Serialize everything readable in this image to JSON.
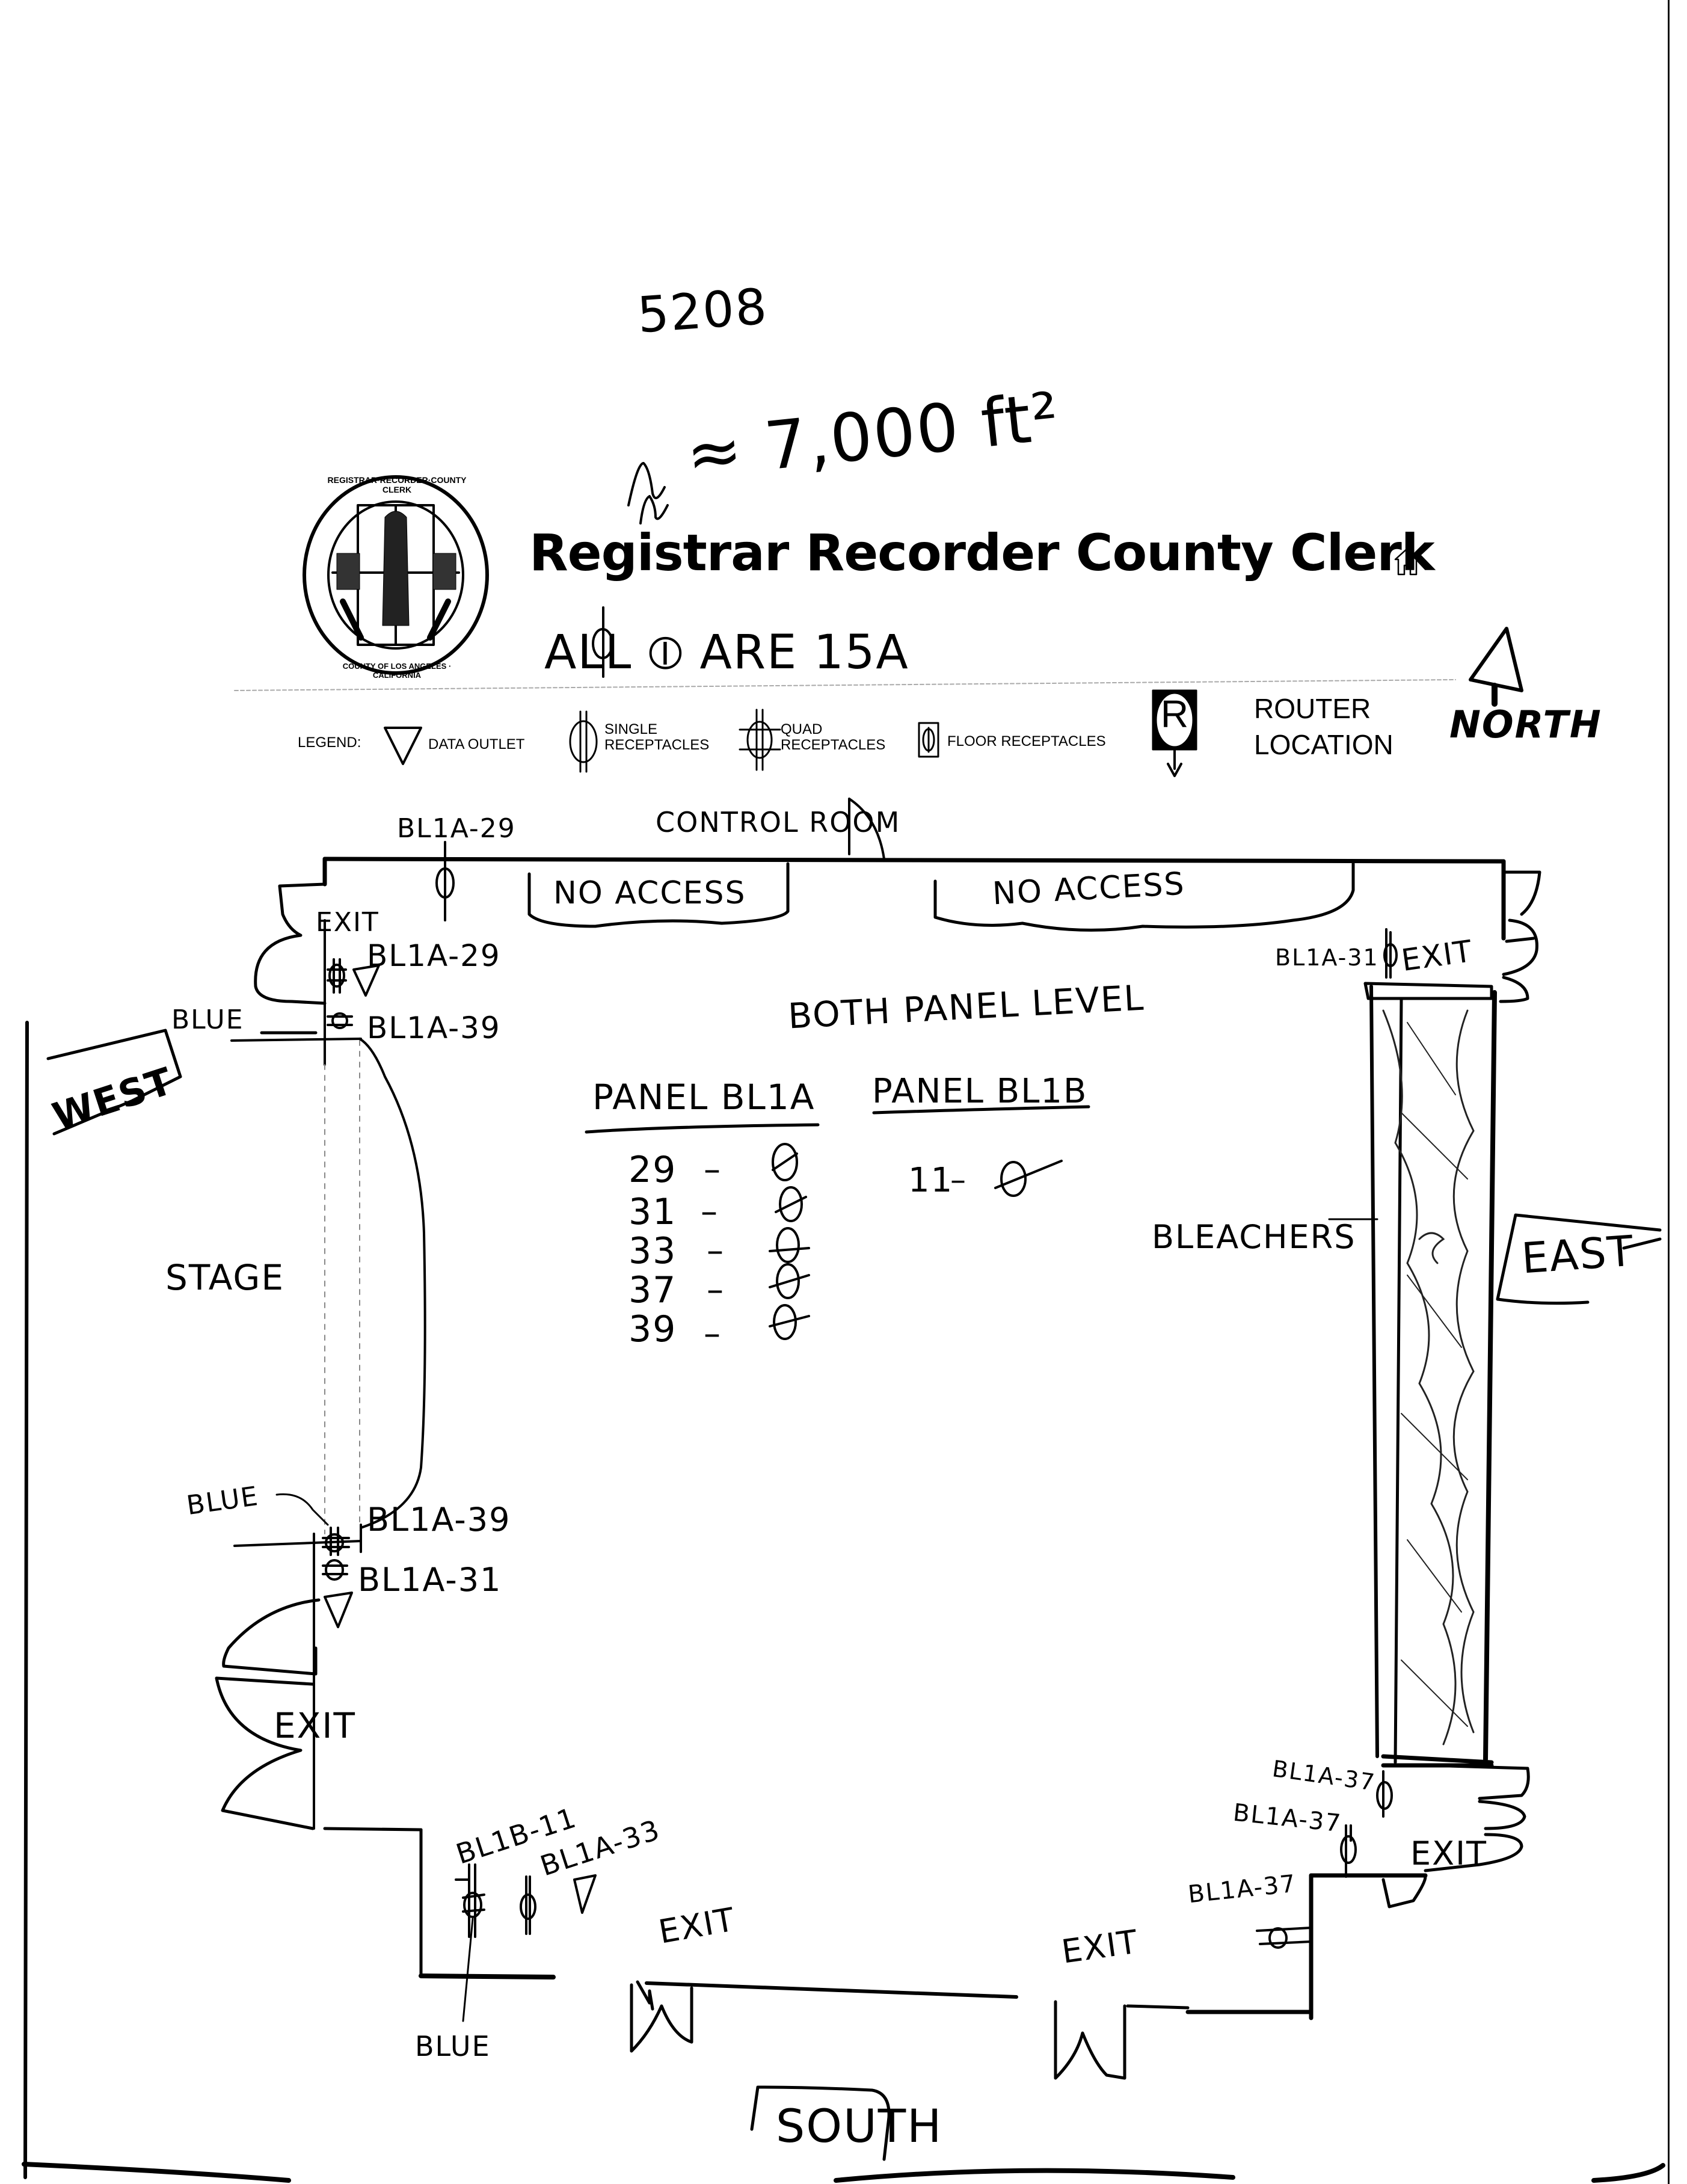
{
  "header": {
    "room_number": "5208",
    "area": "≈ 7,000 ft²",
    "organization": "Registrar Recorder County Clerk",
    "seal_text_top": "REGISTRAR·RECORDER·COUNTY CLERK",
    "seal_text_bottom": "COUNTY OF LOS ANGELES · CALIFORNIA",
    "home_icon": "home-icon",
    "note": "ALL ⦶ ARE 15A"
  },
  "legend": {
    "title": "LEGEND:",
    "items": [
      {
        "icon": "data-outlet-triangle-icon",
        "label": "DATA OUTLET"
      },
      {
        "icon": "single-receptacle-icon",
        "label": "SINGLE RECEPTACLES"
      },
      {
        "icon": "quad-receptacle-icon",
        "label": "QUAD RECEPTACLES"
      },
      {
        "icon": "floor-receptacle-icon",
        "label": "FLOOR RECEPTACLES"
      },
      {
        "icon": "router-location-icon",
        "label": "ROUTER LOCATION",
        "glyph": "R"
      }
    ]
  },
  "compass": {
    "north": "NORTH",
    "south": "SOUTH",
    "east": "EAST",
    "west": "WEST"
  },
  "floor_plan": {
    "areas": {
      "control_room": "CONTROL ROOM",
      "no_access_1": "NO ACCESS",
      "no_access_2": "NO ACCESS",
      "stage": "STAGE",
      "bleachers": "BLEACHERS",
      "note_center": "BOTH PANEL LEVEL"
    },
    "exits": [
      "EXIT",
      "EXIT",
      "EXIT",
      "EXIT",
      "EXIT",
      "EXIT"
    ],
    "outlet_labels": {
      "top_wall": "BL1A-29",
      "nw_upper": "BL1A-29",
      "nw_lower": "BL1A-39",
      "ne": "BL1A-31",
      "sw_upper": "BL1A-39",
      "sw_lower": "BL1A-31",
      "south_1": "BL1B-11",
      "south_2": "BL1A-33",
      "se_1": "BL1A-37",
      "se_2": "BL1A-37",
      "se_3": "BL1A-37"
    },
    "blue_labels": [
      "BLUE",
      "BLUE",
      "BLUE"
    ]
  },
  "panels": [
    {
      "title": "PANEL BL1A",
      "circuits": [
        {
          "number": "29",
          "symbol": "⦶"
        },
        {
          "number": "31",
          "symbol": "⦶"
        },
        {
          "number": "33",
          "symbol": "⦶"
        },
        {
          "number": "37",
          "symbol": "⦶"
        },
        {
          "number": "39",
          "symbol": "⦶"
        }
      ]
    },
    {
      "title": "PANEL BL1B",
      "circuits": [
        {
          "number": "11",
          "symbol": "⦶"
        }
      ]
    }
  ]
}
